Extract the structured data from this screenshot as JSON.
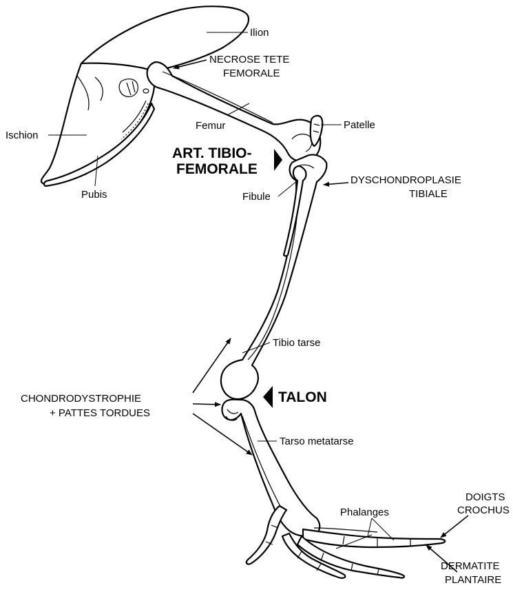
{
  "labels": {
    "ilion": "Ilion",
    "necrose_line1": "NECROSE TETE",
    "necrose_line2": "FEMORALE",
    "ischion": "Ischion",
    "femur": "Femur",
    "patelle": "Patelle",
    "art_line1": "ART. TIBIO-",
    "art_line2": "FEMORALE",
    "pubis": "Pubis",
    "fibule": "Fibule",
    "dyschon_line1": "DYSCHONDROPLASIE",
    "dyschon_line2": "TIBIALE",
    "tibio_tarse": "Tibio tarse",
    "chondro_line1": "CHONDRODYSTROPHIE",
    "chondro_line2": "+ PATTES TORDUES",
    "talon": "TALON",
    "tarso_metatarse": "Tarso metatarse",
    "phalanges": "Phalanges",
    "doigts_line1": "DOIGTS",
    "doigts_line2": "CROCHUS",
    "dermatite_line1": "DERMATITE",
    "dermatite_line2": "PLANTAIRE"
  },
  "colors": {
    "line": "#000000",
    "background": "#ffffff"
  }
}
